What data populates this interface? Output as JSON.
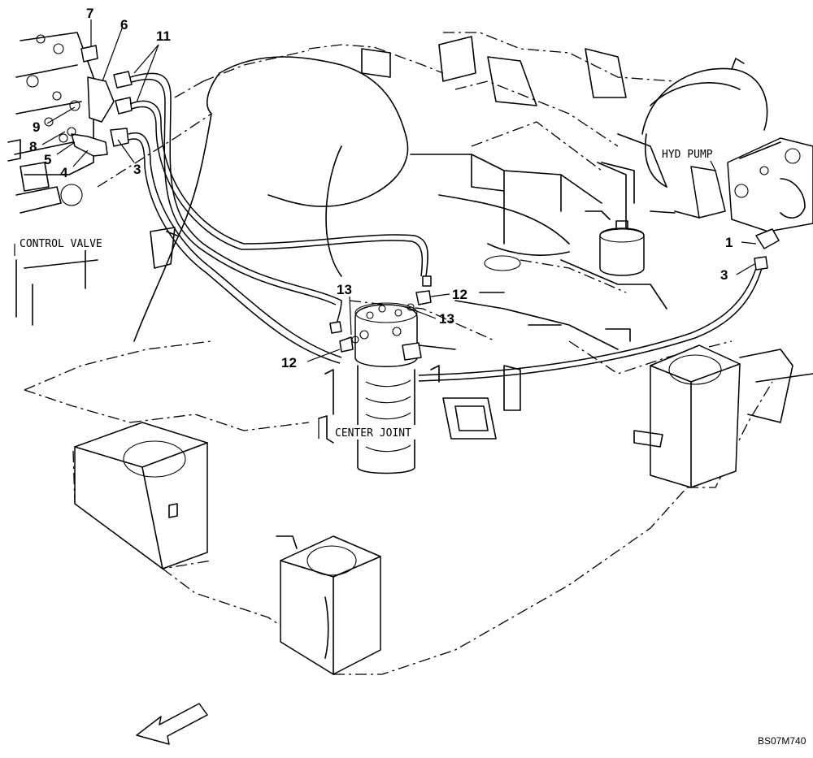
{
  "labels": {
    "control_valve": "CONTROL VALVE",
    "hyd_pump": "HYD PUMP",
    "center_joint": "CENTER JOINT"
  },
  "callouts": {
    "c1": "1",
    "c3a": "3",
    "c3b": "3",
    "c4": "4",
    "c5": "5",
    "c6": "6",
    "c7": "7",
    "c8": "8",
    "c9": "9",
    "c11": "11",
    "c12a": "12",
    "c12b": "12",
    "c13a": "13",
    "c13b": "13"
  },
  "drawing_code": "BS07M740",
  "direction_arrow_icon": "front-direction-arrow-icon"
}
